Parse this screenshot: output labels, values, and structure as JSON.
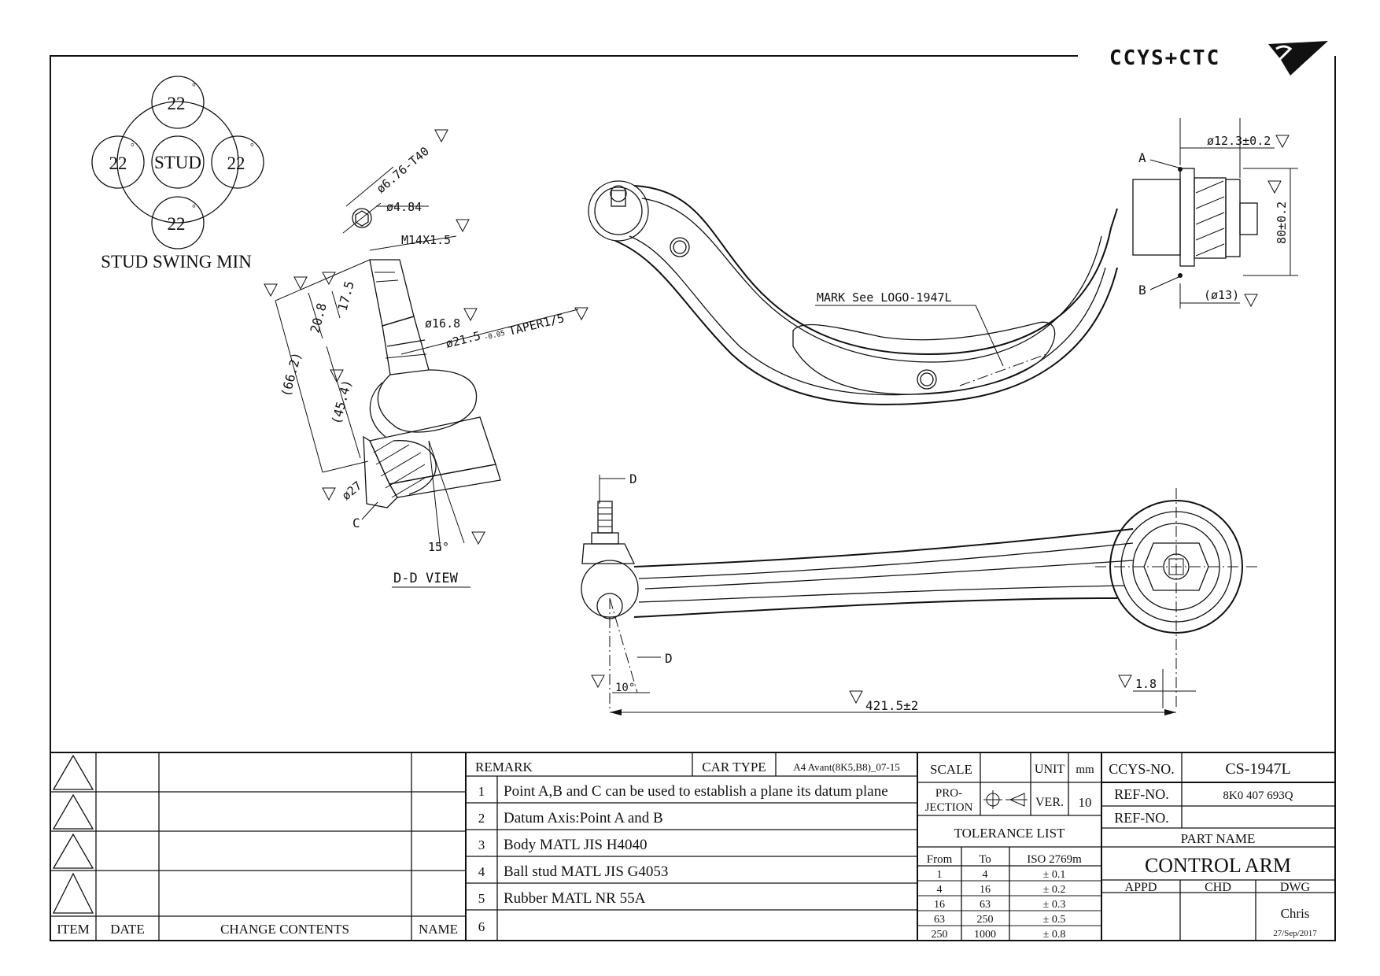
{
  "brand": {
    "logo_text": "CCYS+CTC"
  },
  "stud_swing": {
    "title": "STUD SWING MIN",
    "center": "STUD",
    "angles": [
      "22",
      "22",
      "22",
      "22"
    ],
    "degree_mark": "°"
  },
  "dd_view": {
    "label": "D-D VIEW",
    "dims": {
      "hex": "ø6.76-T40",
      "hex_inner": "ø4.84",
      "thread": "M14X1.5",
      "d1": "ø16.8",
      "taper": "ø21.5",
      "taper_tol": "-0.05",
      "taper_suffix": "TAPER1/5",
      "len_175": "17.5",
      "len_208": "20.8",
      "len_662": "(66.2)",
      "len_454": "(45.4)",
      "d27": "ø27",
      "angle15": "15°",
      "point_c": "C"
    }
  },
  "top_view": {
    "mark_note": "MARK See LOGO-1947L",
    "dia_top": "ø12.3±0.2",
    "dia_bottom": "(ø13)",
    "height": "80±0.2",
    "point_a": "A",
    "point_b": "B"
  },
  "side_view": {
    "section_mark": "D",
    "angle10": "10°",
    "offset": "1.8",
    "length": "421.5±2"
  },
  "title_block": {
    "revision_headers": {
      "item": "ITEM",
      "date": "DATE",
      "change": "CHANGE CONTENTS",
      "name": "NAME"
    },
    "remark_label": "REMARK",
    "car_type_label": "CAR TYPE",
    "car_type_value": "A4 Avant(8K5,B8)_07-15",
    "remarks": [
      {
        "no": "1",
        "text": "Point A,B and C can be used to establish a plane its datum plane"
      },
      {
        "no": "2",
        "text": "Datum Axis:Point A and B"
      },
      {
        "no": "3",
        "text": "Body MATL JIS H4040"
      },
      {
        "no": "4",
        "text": "Ball stud MATL JIS G4053"
      },
      {
        "no": "5",
        "text": "Rubber MATL NR 55A"
      },
      {
        "no": "6",
        "text": ""
      }
    ],
    "scale_label": "SCALE",
    "scale_value": "",
    "unit_label": "UNIT",
    "unit_value": "mm",
    "projection_label_1": "PRO-",
    "projection_label_2": "JECTION",
    "ver_label": "VER.",
    "ver_value": "10",
    "tolerance": {
      "title": "TOLERANCE LIST",
      "headers": [
        "From",
        "To",
        "ISO 2769m"
      ],
      "rows": [
        [
          "1",
          "4",
          "± 0.1"
        ],
        [
          "4",
          "16",
          "± 0.2"
        ],
        [
          "16",
          "63",
          "± 0.3"
        ],
        [
          "63",
          "250",
          "± 0.5"
        ],
        [
          "250",
          "1000",
          "± 0.8"
        ]
      ]
    },
    "ccys_no_label": "CCYS-NO.",
    "ccys_no_value": "CS-1947L",
    "ref_no_label": "REF-NO.",
    "ref_no_value": "8K0 407 693Q",
    "ref_no2_label": "REF-NO.",
    "ref_no2_value": "",
    "part_name_label": "PART NAME",
    "part_name_value": "CONTROL ARM",
    "appd_label": "APPD",
    "chd_label": "CHD",
    "dwg_label": "DWG",
    "drawn_by": "Chris",
    "date": "27/Sep/2017"
  }
}
